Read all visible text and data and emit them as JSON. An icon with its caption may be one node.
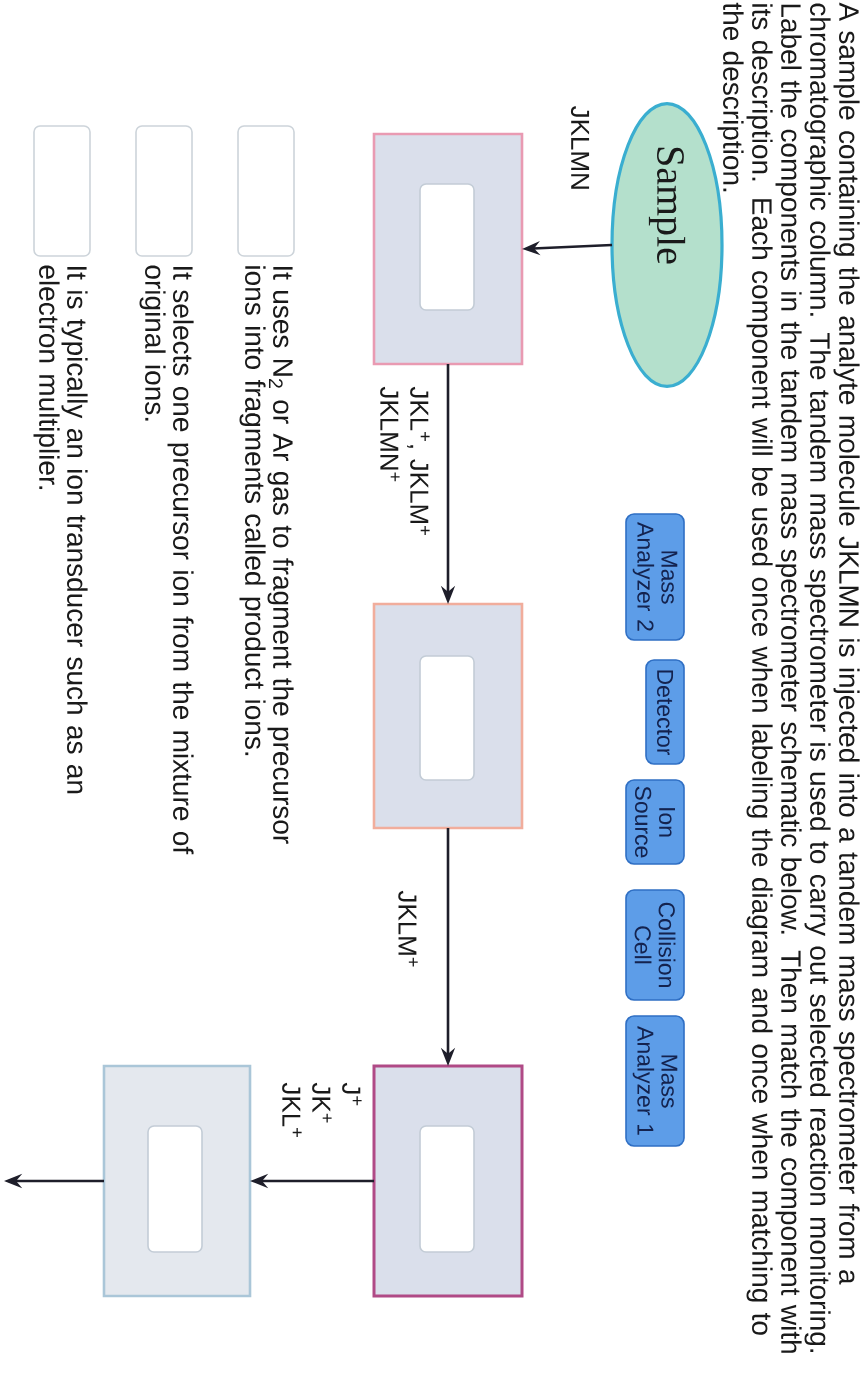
{
  "diagram": {
    "nodes": [
      {
        "text": [
          "Sample"
        ]
      },
      {
        "text": [
          "Mass Analyzer 2"
        ]
      },
      {
        "text": [
          "Detector"
        ]
      },
      {
        "text": [
          "Ion Source"
        ]
      },
      {
        "text": [
          "Collision Cell"
        ]
      },
      {
        "text": [
          "Mass Analyzer 1"
        ]
      },
      {
        "text": [],
        "shape": "box"
      },
      {
        "text": [],
        "shape": "box"
      },
      {
        "text": [],
        "shape": "box"
      },
      {
        "text": [],
        "shape": "box"
      }
    ],
    "edges": [
      {
        "from": 0,
        "to": 6,
        "arrow": "to",
        "label": "JKLMN"
      },
      {
        "from": 6,
        "to": 7,
        "arrow": "to",
        "label": "JKL$^{+}$, JKLM$^{+}$ JKLMN$^{+}$"
      },
      {
        "from": 7,
        "to": 8,
        "arrow": "to",
        "label": "JKLM$^{+}$"
      },
      {
        "from": 8,
        "to": 9,
        "arrow": "to",
        "label": "J$^{+}$ JK$^{+}$ JKL$^{+}$"
      },
      {
        "from": 9,
        "to": null,
        "arrow": "to"
      }
    ],
    "labels": [
      "A sample containing the analyte molecule JKLMN is injected into a tandem mass spectrometer from a chromatographic column. The tandem mass spectrometer is used to carry out selected reaction monitoring. Label the components in the tandem mass spectrometer schematic below. Then match the component with its description. Each component will be used once when labeling the diagram and once when matching to the description.",
      "It uses N$_{2}$ or Ar gas to fragment the precursor ions into fragments called product ions.",
      "It selects one precursor ion from the mixture of original ions.",
      "It is typically an ion transducer such as an electron multiplier."
    ]
  }
}
